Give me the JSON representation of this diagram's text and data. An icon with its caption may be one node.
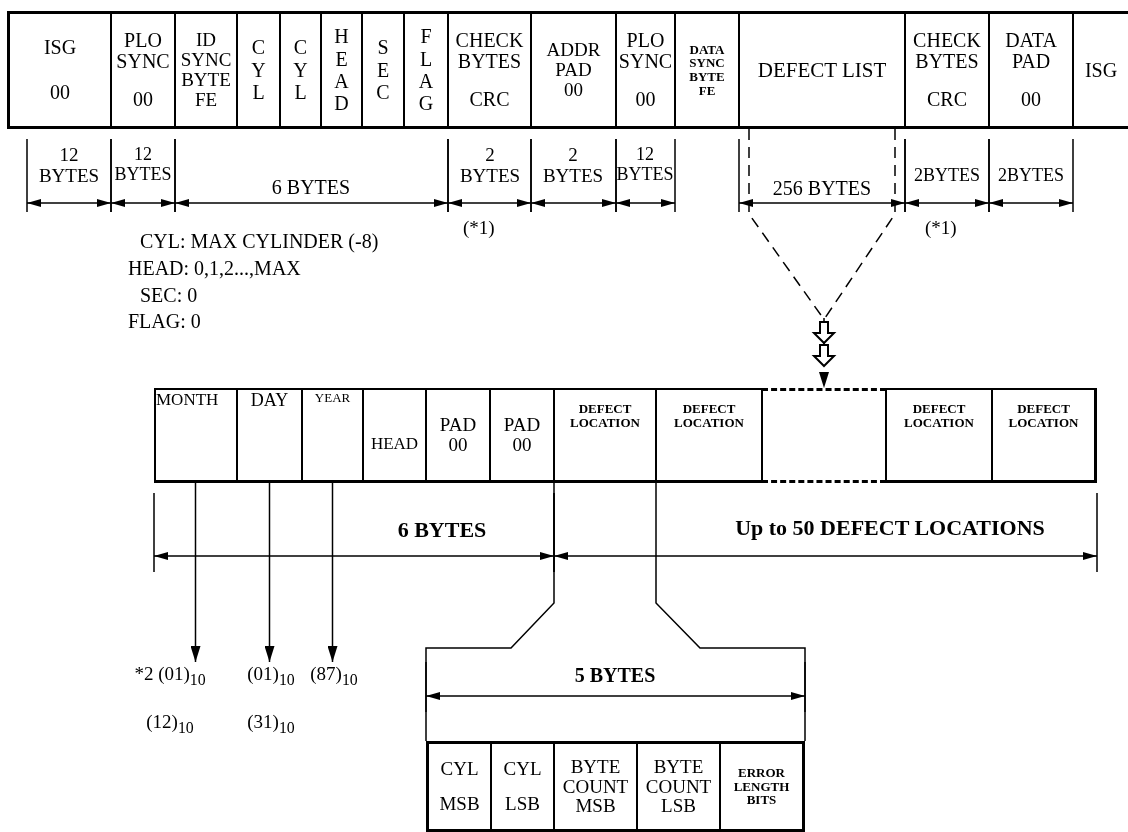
{
  "diagram": {
    "nodes": [
      {
        "text": [
          "ISG",
          "00"
        ]
      },
      {
        "text": [
          "PLO SYNC",
          "00"
        ]
      },
      {
        "text": [
          "ID SYNC BYTE",
          "FE"
        ]
      },
      {
        "text": [
          "C Y L"
        ]
      },
      {
        "text": [
          "C Y L"
        ]
      },
      {
        "text": [
          "H E A D"
        ]
      },
      {
        "text": [
          "S E C"
        ]
      },
      {
        "text": [
          "F L A G"
        ]
      },
      {
        "text": [
          "CHECK BYTES",
          "CRC"
        ]
      },
      {
        "text": [
          "ADDR PAD",
          "00"
        ]
      },
      {
        "text": [
          "PLO SYNC",
          "00"
        ]
      },
      {
        "text": [
          "DATA SYNC BYTE",
          "FE"
        ]
      },
      {
        "text": [
          "DEFECT LIST"
        ]
      },
      {
        "text": [
          "CHECK BYTES",
          "CRC"
        ]
      },
      {
        "text": [
          "DATA PAD",
          "00"
        ]
      },
      {
        "text": [
          "ISG"
        ]
      },
      {
        "text": [
          "MONTH"
        ]
      },
      {
        "text": [
          "DAY"
        ]
      },
      {
        "text": [
          "YEAR"
        ]
      },
      {
        "text": [
          "HEAD"
        ]
      },
      {
        "text": [
          "PAD",
          "00"
        ]
      },
      {
        "text": [
          "PAD",
          "00"
        ]
      },
      {
        "text": [
          "DEFECT LOCATION"
        ]
      },
      {
        "text": [
          "DEFECT LOCATION"
        ]
      },
      {
        "text": [],
        "shape": "box"
      },
      {
        "text": [
          "DEFECT LOCATION"
        ]
      },
      {
        "text": [
          "DEFECT LOCATION"
        ]
      },
      {
        "text": [
          "*2 (01)$_{10}$",
          "(12)$_{10}$"
        ]
      },
      {
        "text": [
          "(01)$_{10}$",
          "(31)$_{10}$"
        ]
      },
      {
        "text": [
          "(87)$_{10}$"
        ]
      },
      {
        "text": [],
        "shape": "box"
      },
      {
        "text": [
          "CYL",
          "MSB"
        ],
        "in": 30
      },
      {
        "text": [
          "CYL",
          "LSB"
        ],
        "in": 30
      },
      {
        "text": [
          "BYTE COUNT MSB"
        ],
        "in": 30
      },
      {
        "text": [
          "BYTE COUNT LSB"
        ],
        "in": 30
      },
      {
        "text": [
          "ERROR LENGTH BITS"
        ],
        "in": 30
      }
    ],
    "edges": [
      {
        "from": 12,
        "to": 24,
        "arrow": "to",
        "style": "dashed"
      },
      {
        "from": 16,
        "to": 27,
        "arrow": "to"
      },
      {
        "from": 17,
        "to": 28,
        "arrow": "to"
      },
      {
        "from": 18,
        "to": 29,
        "arrow": "to"
      },
      {
        "from": 22,
        "to": 30,
        "arrow": "none"
      }
    ],
    "labels": [
      "12 BYTES",
      "12 BYTES",
      "6 BYTES",
      "2 BYTES",
      "2 BYTES",
      "12 BYTES",
      "256 BYTES",
      "2BYTES",
      "2BYTES",
      "CYL: MAX CYLINDER (-8)",
      "(*1)",
      "(*1)",
      "HEAD: 0,1,2...,MAX",
      "SEC: 0",
      "FLAG: 0",
      "6 BYTES",
      "Up to 50 DEFECT LOCATIONS",
      "5 BYTES"
    ]
  }
}
